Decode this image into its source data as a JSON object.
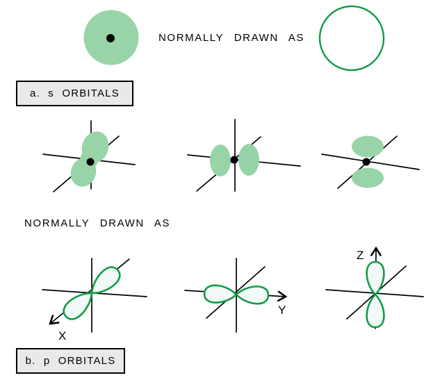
{
  "texts": {
    "normally_drawn_as_top": "NORMALLY DRAWN AS",
    "normally_drawn_as_middle": "NORMALLY DRAWN AS",
    "section_a": "a. s ORBITALS",
    "section_b": "b. p ORBITALS",
    "axis_x": "X",
    "axis_y": "Y",
    "axis_z": "Z"
  },
  "colors": {
    "orbital_fill": "#98d4a8",
    "orbital_hatch": "#84ca97",
    "orbital_outline": "#0f9c45",
    "lobe_interior": "#f2f9f6",
    "axis": "#000000",
    "label_box_background": "#e9e9e9",
    "label_box_border": "#000000",
    "nucleus_dot": "#000000",
    "text": "#000000"
  }
}
